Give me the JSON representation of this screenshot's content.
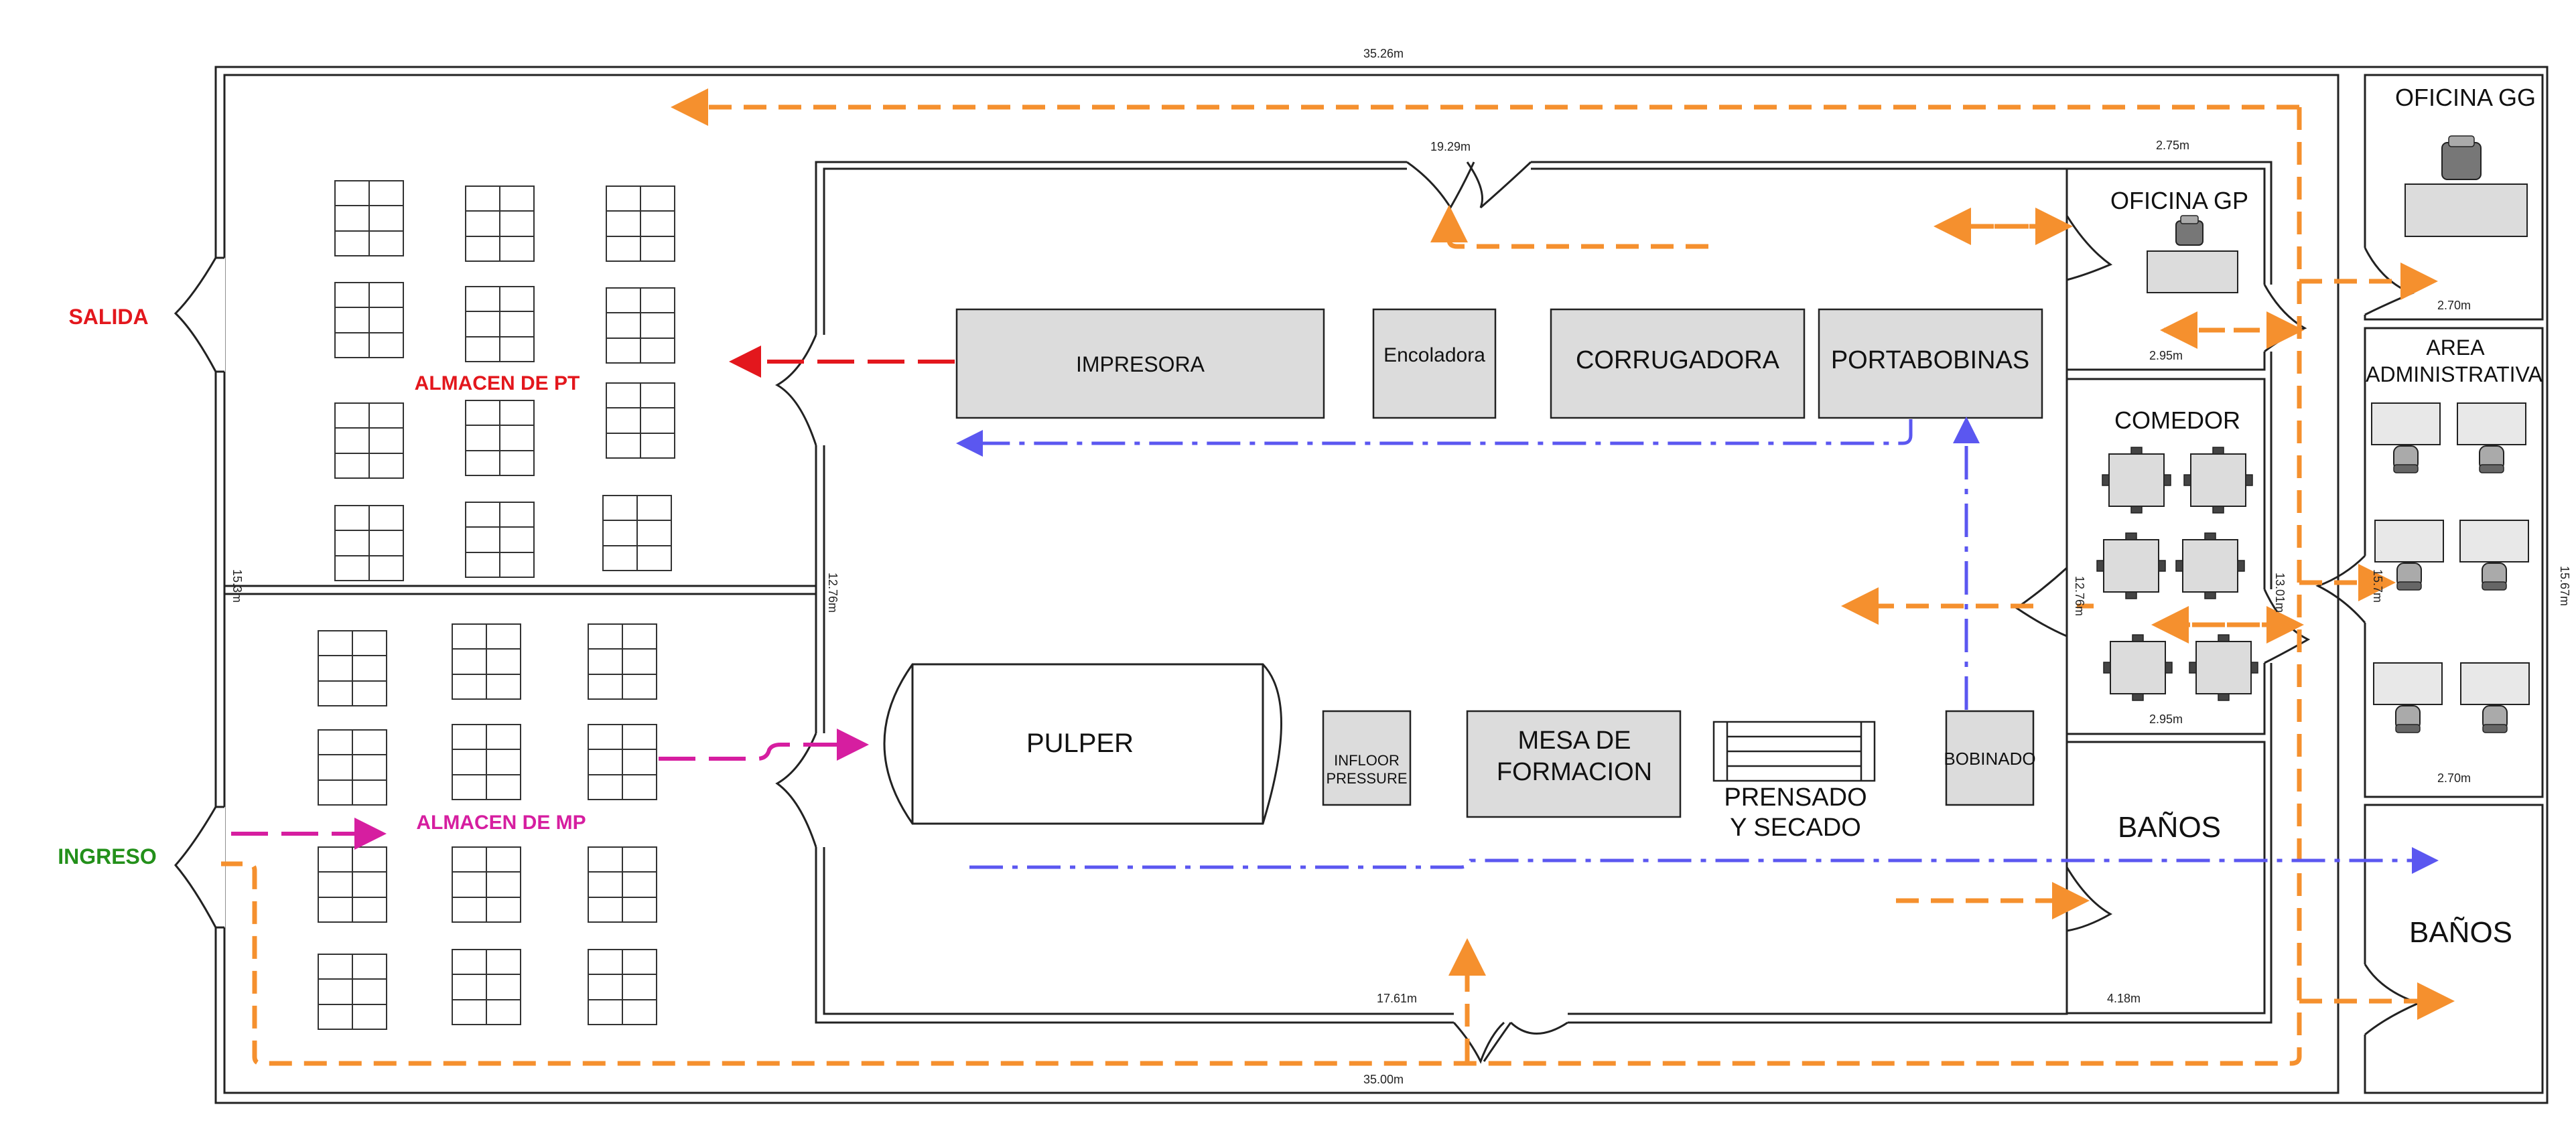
{
  "dimensions": {
    "top_total": "35.26m",
    "bottom_total": "35.00m",
    "left_wall": "15.3m",
    "inner_wall": "12.76m",
    "plant_top": "19.29m",
    "plant_bottom": "17.61m",
    "office_gp_width": "2.75m",
    "office_gp_depth": "2.95m",
    "comedor_width": "2.95m",
    "comedor_height": "12.76m",
    "right_height": "13.01m",
    "baths_width": "4.18m",
    "office_gg_width": "2.70m",
    "admin_width": "2.70m",
    "admin_height": "15.7m",
    "far_right": "15.67m"
  },
  "labels": {
    "salida": "SALIDA",
    "ingreso": "INGRESO",
    "almacen_pt": "ALMACEN DE PT",
    "almacen_mp": "ALMACEN DE MP"
  },
  "machines": {
    "impresora": "IMPRESORA",
    "encoladora": "Encoladora",
    "corrugadora": "CORRUGADORA",
    "portabobinas": "PORTABOBINAS",
    "pulper": "PULPER",
    "infloor_1": "INFLOOR",
    "infloor_2": "PRESSURE",
    "mesa_1": "MESA DE",
    "mesa_2": "FORMACION",
    "prensado_1": "PRENSADO",
    "prensado_2": "Y SECADO",
    "bobinado": "BOBINADO"
  },
  "rooms": {
    "oficina_gp": "OFICINA GP",
    "comedor": "COMEDOR",
    "banos": "BAÑOS",
    "oficina_gg": "OFICINA GG",
    "area_adm_1": "AREA",
    "area_adm_2": "ADMINISTRATIVA",
    "banos_2": "BAÑOS"
  },
  "colors": {
    "salida": "#e3171d",
    "ingreso": "#23901a",
    "almacen_pt": "#e3171d",
    "almacen_mp": "#d61ea0",
    "orange_flow": "#f5902e",
    "blue_flow": "#5b57f0",
    "red_flow": "#e3171d",
    "magenta_flow": "#d61ea0",
    "machine_fill": "#dcdcdc"
  }
}
